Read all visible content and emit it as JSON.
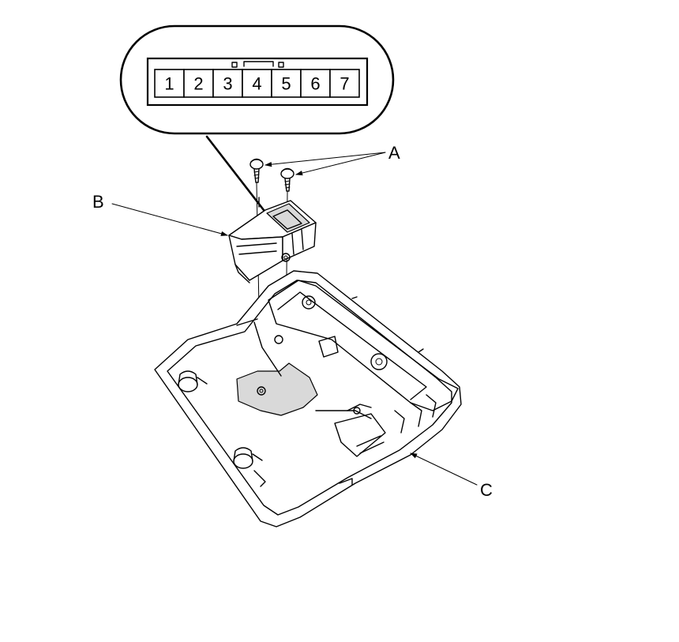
{
  "connector": {
    "pins": [
      "1",
      "2",
      "3",
      "4",
      "5",
      "6",
      "7"
    ]
  },
  "callouts": {
    "a": "A",
    "b": "B",
    "c": "C"
  }
}
